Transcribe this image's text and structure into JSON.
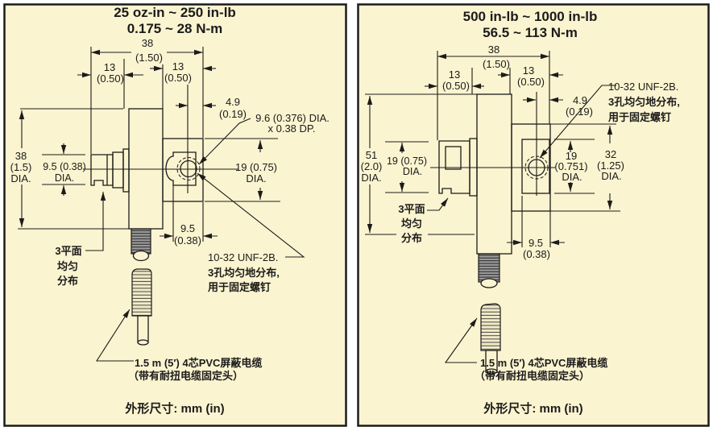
{
  "colors": {
    "panel_bg": "#FBF4D0",
    "line": "#1B1B1B",
    "thread_fill": "#9C9C9C"
  },
  "left": {
    "title1": "25 oz-in ~ 250 in-lb",
    "title2": "0.175 ~ 28 N-m",
    "dim_width": {
      "mm": "38",
      "in": "(1.50)"
    },
    "dim_left13": {
      "mm": "13",
      "in": "(0.50)"
    },
    "dim_right13": {
      "mm": "13",
      "in": "(0.50)"
    },
    "dim_offset": {
      "mm": "4.9",
      "in": "(0.19)"
    },
    "hole_note": {
      "line1": "9.6 (0.376) DIA.",
      "line2": "x 0.38 DP."
    },
    "dim_body_dia": {
      "mm": "38",
      "in": "(1.5)",
      "suffix": "DIA."
    },
    "dim_shaft_dia": {
      "value": "9.5 (0.38)",
      "suffix": "DIA."
    },
    "dim_block_dia": {
      "value": "19 (0.75)",
      "suffix": "DIA."
    },
    "dim_bottom": {
      "mm": "9.5",
      "in": "(0.38)"
    },
    "flats_note": {
      "line1": "3平面",
      "line2": "均匀",
      "line3": "分布"
    },
    "screw_note": {
      "line1": "10-32 UNF-2B.",
      "line2": "3孔均匀地分布,",
      "line3": "用于固定螺钉"
    },
    "cable_note": {
      "line1": "1.5 m (5′) 4芯PVC屏蔽电缆",
      "line2": "（带有耐扭电缆固定头）"
    },
    "footer": "外形尺寸:  mm (in)"
  },
  "right": {
    "title1": "500 in-lb ~ 1000 in-lb",
    "title2": "56.5 ~ 113 N-m",
    "dim_width": {
      "mm": "38",
      "in": "(1.50)"
    },
    "dim_left13": {
      "mm": "13",
      "in": "(0.50)"
    },
    "dim_right13": {
      "mm": "13",
      "in": "(0.50)"
    },
    "dim_offset": {
      "mm": "4.9",
      "in": "(0.19)"
    },
    "screw_note": {
      "line1": "10-32 UNF-2B.",
      "line2": "3孔均匀地分布,",
      "line3": "用于固定螺钉"
    },
    "dim_body_dia": {
      "mm": "51",
      "in": "(2.0)",
      "suffix": "DIA."
    },
    "dim_shaft_dia": {
      "value": "19 (0.75)",
      "suffix": "DIA."
    },
    "dim_hole_dia": {
      "mm": "19",
      "in": "(0.751)",
      "suffix": "DIA."
    },
    "dim_block_dia": {
      "mm": "32",
      "in": "(1.25)",
      "suffix": "DIA."
    },
    "dim_bottom": {
      "mm": "9.5",
      "in": "(0.38)"
    },
    "flats_note": {
      "line1": "3平面",
      "line2": "均匀",
      "line3": "分布"
    },
    "cable_note": {
      "line1": "1.5 m (5′) 4芯PVC屏蔽电缆",
      "line2": "（带有耐扭电缆固定头）"
    },
    "footer": "外形尺寸:  mm (in)"
  }
}
